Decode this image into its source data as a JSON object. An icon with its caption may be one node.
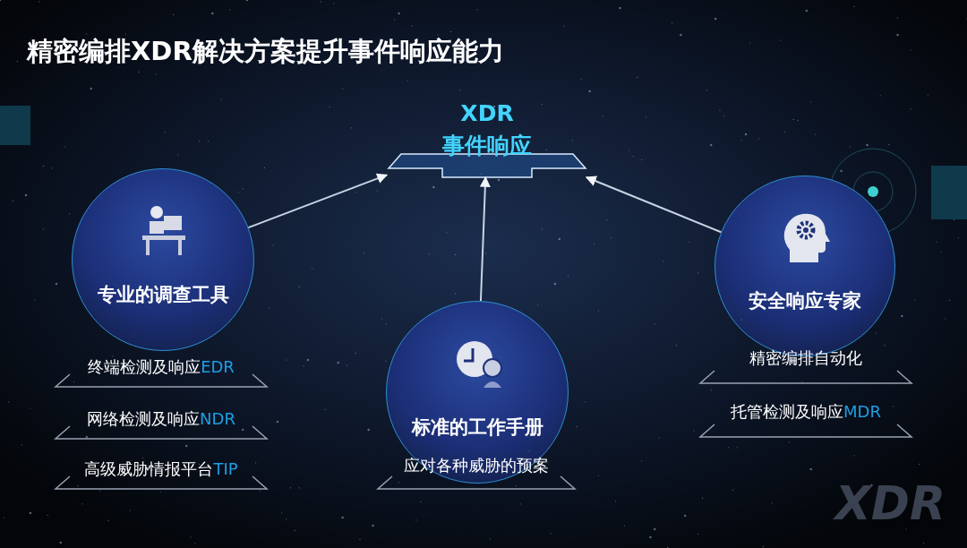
{
  "diagram": {
    "title": "精密编排XDR解决方案提升事件响应能力",
    "nodes": [
      {
        "text": [
          "XDR",
          "事件响应"
        ]
      },
      {
        "text": [
          "专业的调查工具"
        ]
      },
      {
        "text": [
          "标准的工作手册"
        ]
      },
      {
        "text": [
          "安全响应专家"
        ]
      },
      {
        "text": [
          "终端检测及响应",
          "EDR"
        ]
      },
      {
        "text": [
          "网络检测及响应",
          "NDR"
        ]
      },
      {
        "text": [
          "高级威胁情报平台",
          "TIP"
        ]
      },
      {
        "text": [
          "应对各种威胁的预案"
        ]
      },
      {
        "text": [
          "精密编排自动化"
        ]
      },
      {
        "text": [
          "托管检测及响应",
          "MDR"
        ]
      }
    ],
    "edges": [
      {
        "from": 1,
        "to": 0,
        "arrow": "to"
      },
      {
        "from": 2,
        "to": 0,
        "arrow": "to"
      },
      {
        "from": 3,
        "to": 0,
        "arrow": "to"
      }
    ],
    "labels": [
      "XDR"
    ]
  }
}
